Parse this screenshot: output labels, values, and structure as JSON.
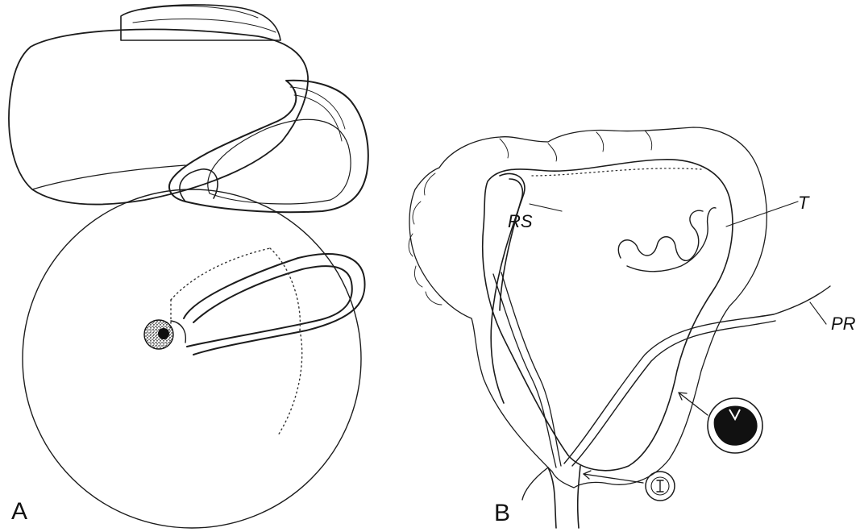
{
  "figure": {
    "panel_a": {
      "letter": "A"
    },
    "panel_b": {
      "letter": "B",
      "labels": {
        "rs": "RS",
        "t": "T",
        "pr": "PR"
      }
    }
  },
  "colors": {
    "ink": "#1c1c1c",
    "paper": "#ffffff",
    "stipple": "#222222"
  }
}
